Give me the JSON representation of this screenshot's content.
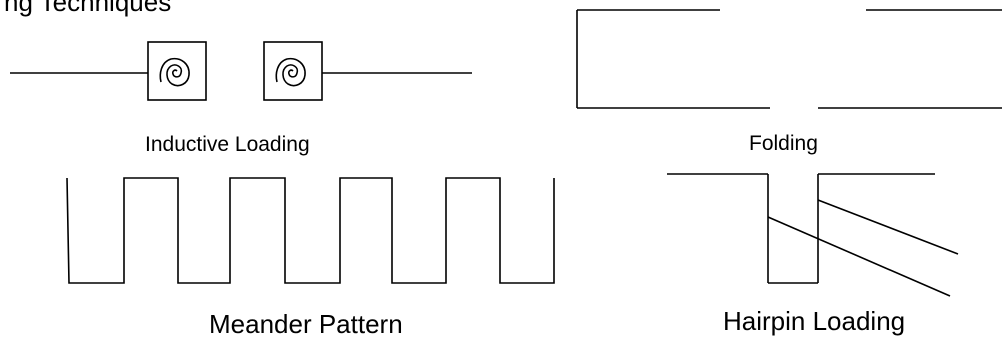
{
  "title_fragment": "ng Techniques",
  "labels": {
    "inductive_loading": "Inductive Loading",
    "folding": "Folding",
    "meander_pattern": "Meander Pattern",
    "hairpin_loading": "Hairpin Loading"
  },
  "colors": {
    "line": "#000000",
    "background": "#ffffff"
  }
}
